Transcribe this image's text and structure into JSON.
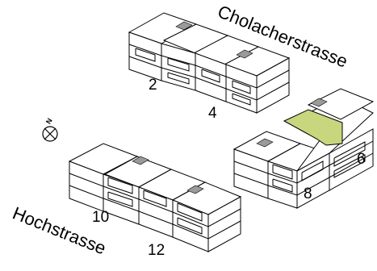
{
  "streets": {
    "north": "Cholacherstrasse",
    "south": "Hochstrasse"
  },
  "buildings": {
    "n2": "2",
    "n4": "4",
    "n6": "6",
    "n8": "8",
    "n10": "10",
    "n12": "12"
  },
  "compass": {
    "label": "N"
  },
  "colors": {
    "highlight": "#c8d67e",
    "roof_hatch": "#9a9a9a",
    "line": "#000000"
  },
  "selected_unit": "Building 6 – top floor (highlighted)"
}
